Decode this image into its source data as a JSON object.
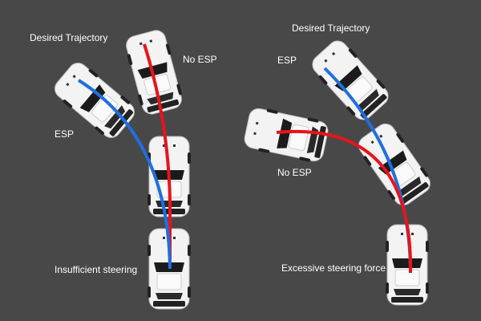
{
  "left_panel": {
    "desired_label": "Desired Trajectory",
    "no_esp_label": "No ESP",
    "esp_label": "ESP",
    "caption": "Insufficient steering"
  },
  "right_panel": {
    "desired_label": "Desired Trajectory",
    "esp_label": "ESP",
    "no_esp_label": "No ESP",
    "caption": "Excessive steering force"
  },
  "colors": {
    "background": "#484848",
    "no_esp": "#e8141b",
    "esp": "#1f6fe0",
    "car": "#f2f2f2"
  }
}
